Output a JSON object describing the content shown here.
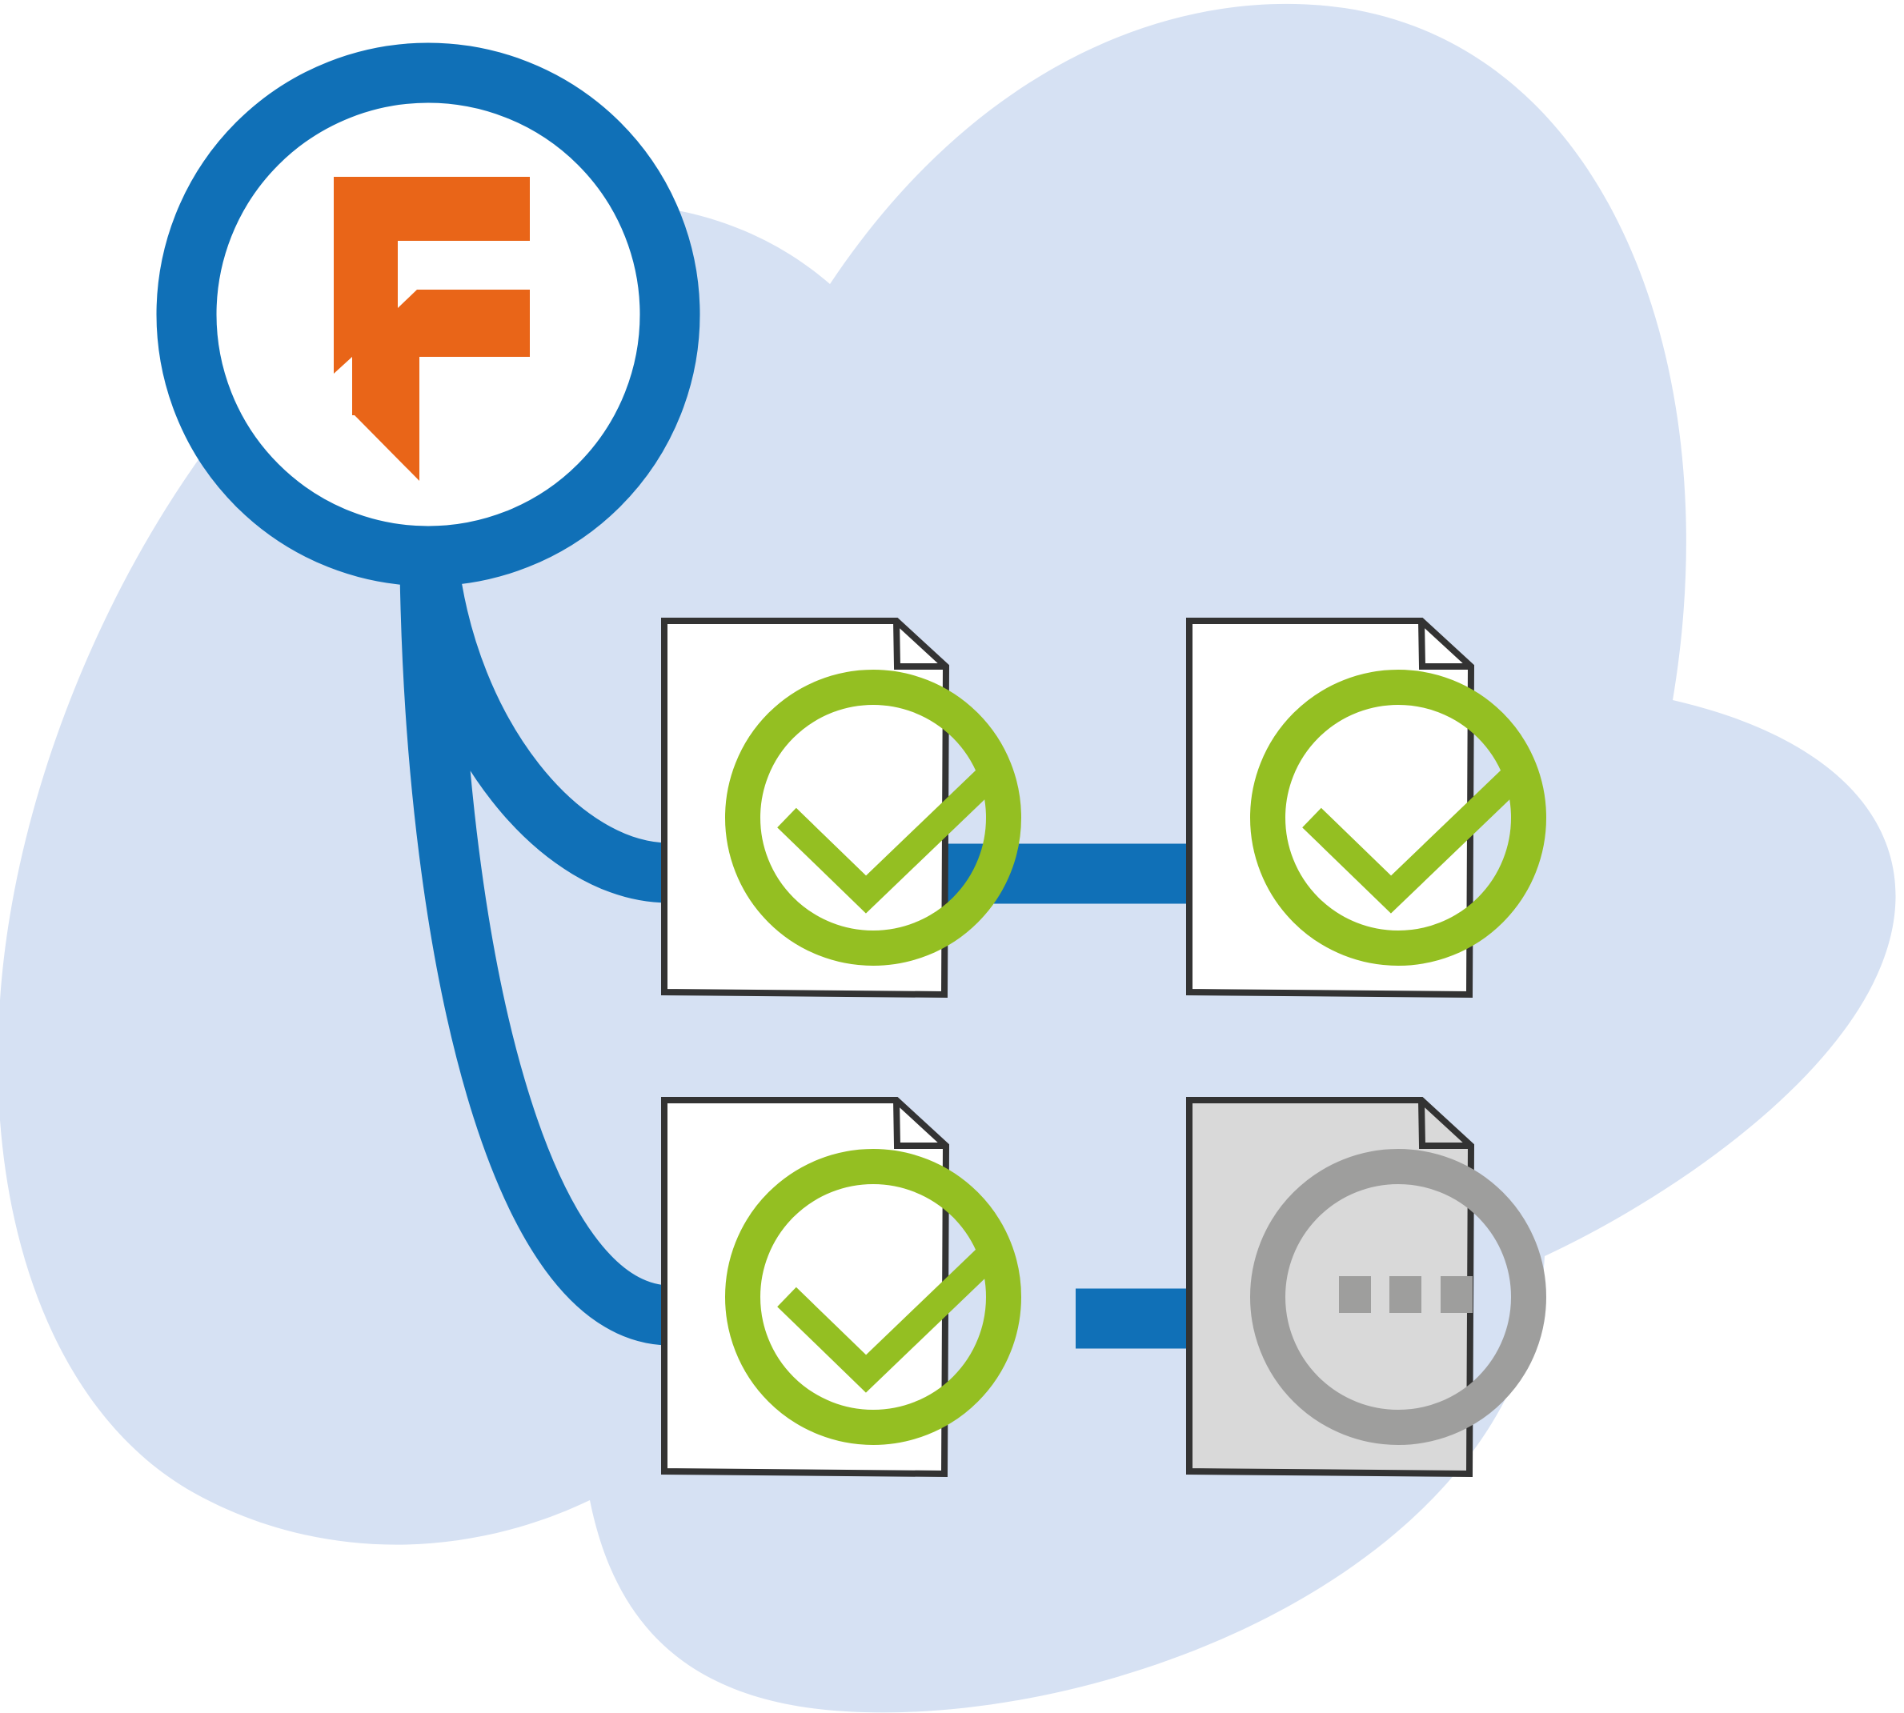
{
  "colors": {
    "background_blob": "#d6e1f3",
    "connector": "#1070b7",
    "logo_accent": "#e96518",
    "doc_fill": "#ffffff",
    "doc_pending_fill": "#d9d9d9",
    "doc_outline": "#333333",
    "status_done": "#94bf22",
    "status_pending": "#9e9e9d"
  },
  "hub": {
    "icon": "logo-f-icon"
  },
  "documents": [
    {
      "id": "doc-1",
      "status": "done",
      "icon": "checkmark-icon"
    },
    {
      "id": "doc-2",
      "status": "done",
      "icon": "checkmark-icon"
    },
    {
      "id": "doc-3",
      "status": "done",
      "icon": "checkmark-icon"
    },
    {
      "id": "doc-4",
      "status": "pending",
      "icon": "ellipsis-icon"
    }
  ]
}
